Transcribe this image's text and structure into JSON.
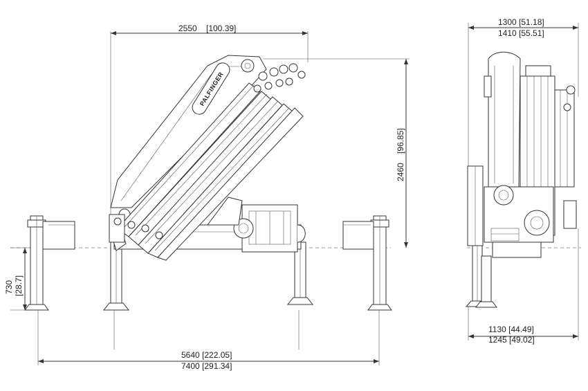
{
  "dimensions": {
    "top_width": "2550",
    "top_width_in": "[100.39]",
    "height": "2460",
    "height_in": "[96.85]",
    "leg_height": "730",
    "leg_height_in": "[28.7]",
    "outrigger_inner": "5640 [222.05]",
    "outrigger_outer": "7400 [291.34]",
    "side_top_1": "1300 [51.18]",
    "side_top_2": "1410 [55.51]",
    "side_bottom_1": "1130 [44.49]",
    "side_bottom_2": "1245 [49.02]"
  },
  "brand": "PALFINGER"
}
